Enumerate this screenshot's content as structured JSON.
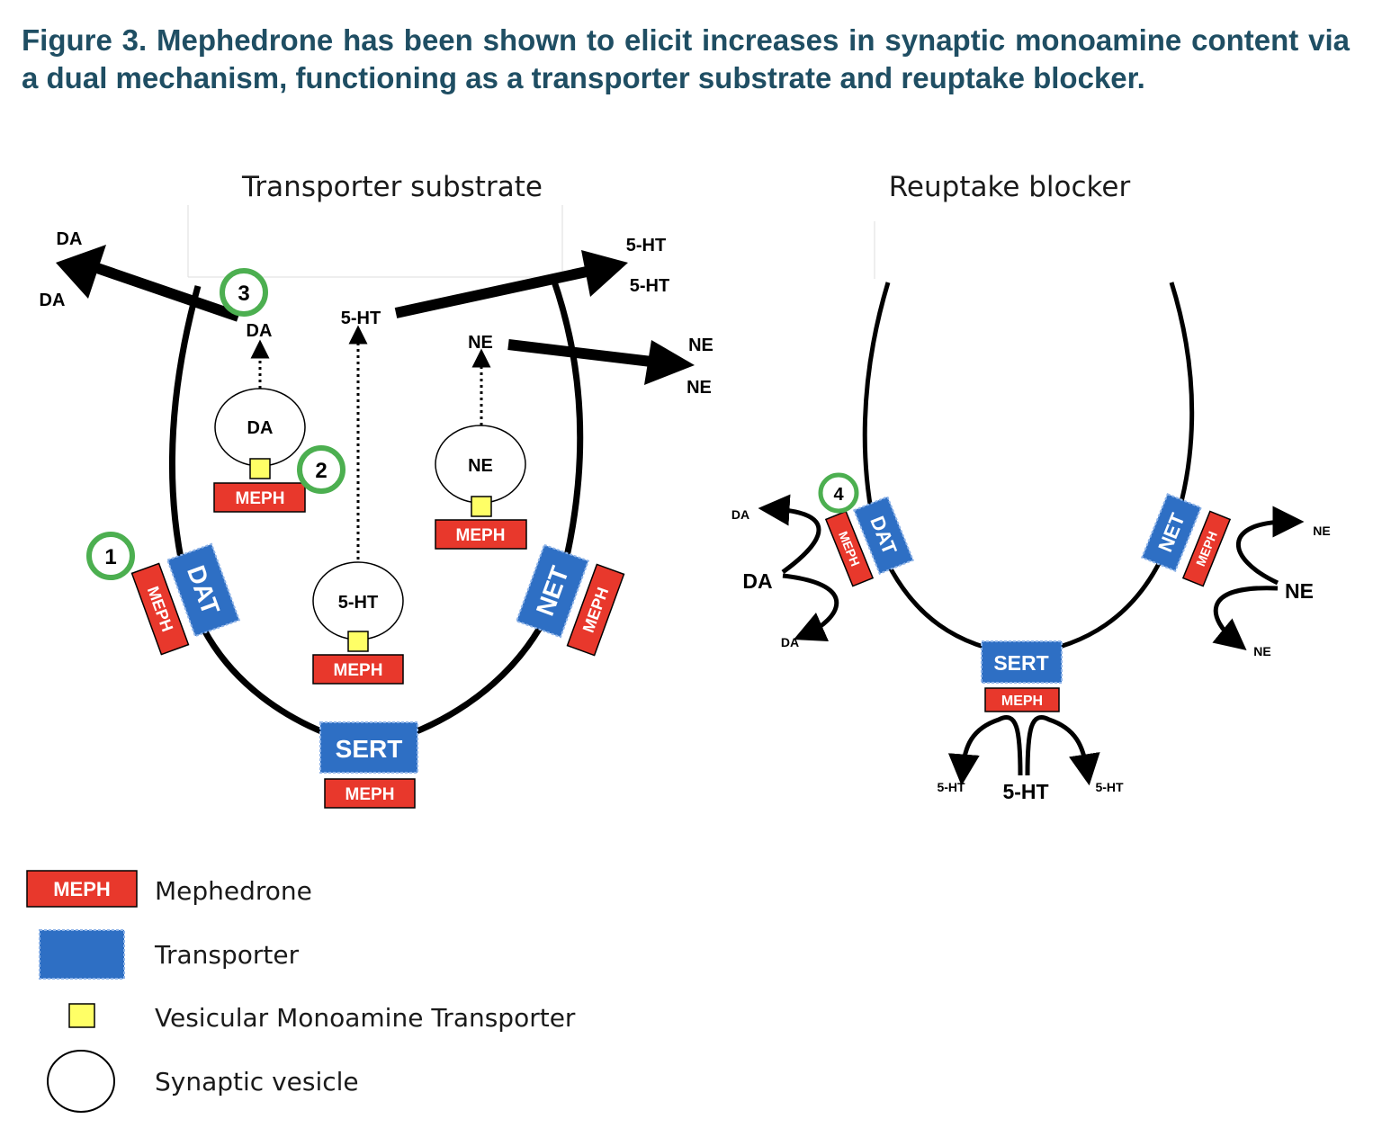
{
  "caption": "Figure 3. Mephedrone has been shown to elicit increases in synaptic monoamine content via a dual mechanism, functioning as a transporter substrate and reuptake blocker.",
  "panels": {
    "left_title": "Transporter substrate",
    "right_title": "Reuptake blocker"
  },
  "labels": {
    "da": "DA",
    "ht": "5-HT",
    "ne": "NE",
    "meph": "MEPH",
    "dat": "DAT",
    "net": "NET",
    "sert": "SERT"
  },
  "steps": [
    "1",
    "2",
    "3",
    "4"
  ],
  "legend": {
    "meph_label": "Mephedrone",
    "transporter_label": "Transporter",
    "vmat_label": "Vesicular Monoamine Transporter",
    "vesicle_label": "Synaptic vesicle"
  },
  "colors": {
    "caption": "#1f4e63",
    "meph": "#e8382c",
    "transporter": "#2e6fc4",
    "vmat": "#ffff66",
    "step_ring": "#4caf50"
  }
}
